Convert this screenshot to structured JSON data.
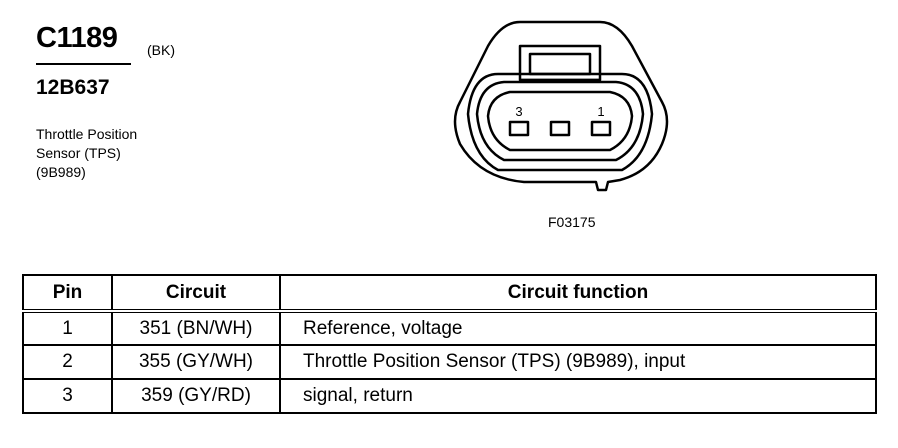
{
  "header": {
    "connector_id": "C1189",
    "connector_color": "(BK)",
    "part_number": "12B637",
    "component_lines": [
      "Throttle Position",
      "Sensor (TPS)",
      "(9B989)"
    ]
  },
  "figure": {
    "id": "F03175",
    "pin_labels": {
      "left": "3",
      "right": "1"
    }
  },
  "table": {
    "headers": {
      "pin": "Pin",
      "circuit": "Circuit",
      "function": "Circuit function"
    },
    "rows": [
      {
        "pin": "1",
        "circuit": "351 (BN/WH)",
        "function": "Reference, voltage"
      },
      {
        "pin": "2",
        "circuit": "355 (GY/WH)",
        "function": "Throttle Position Sensor (TPS) (9B989), input"
      },
      {
        "pin": "3",
        "circuit": "359 (GY/RD)",
        "function": "signal, return"
      }
    ]
  }
}
